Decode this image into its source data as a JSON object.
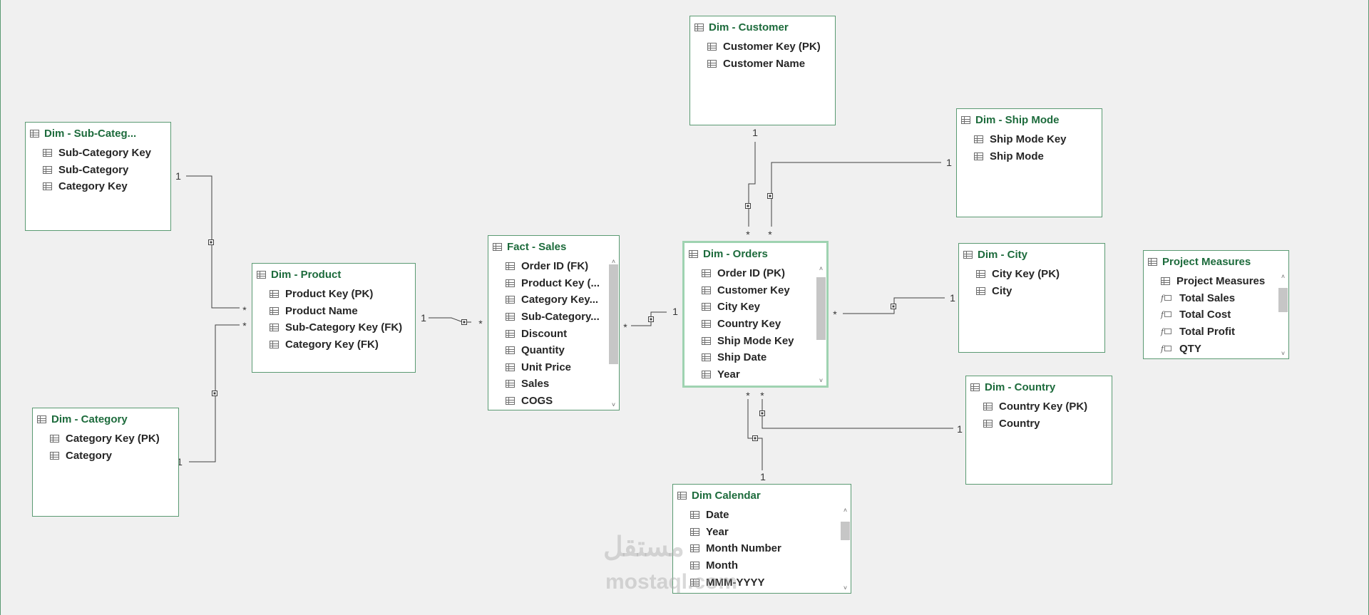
{
  "tables": [
    {
      "id": "dim-customer",
      "name": "Dim - Customer",
      "fields": [
        {
          "label": "Customer Key (PK)",
          "icon": "column-icon"
        },
        {
          "label": "Customer Name",
          "icon": "column-icon"
        }
      ]
    },
    {
      "id": "dim-ship-mode",
      "name": "Dim - Ship Mode",
      "fields": [
        {
          "label": "Ship Mode Key",
          "icon": "column-icon"
        },
        {
          "label": "Ship Mode",
          "icon": "column-icon"
        }
      ]
    },
    {
      "id": "dim-sub-category",
      "name": "Dim - Sub-Categ...",
      "fields": [
        {
          "label": "Sub-Category Key",
          "icon": "column-icon"
        },
        {
          "label": "Sub-Category",
          "icon": "column-icon"
        },
        {
          "label": "Category Key",
          "icon": "column-icon"
        }
      ]
    },
    {
      "id": "dim-product",
      "name": "Dim - Product",
      "fields": [
        {
          "label": "Product Key (PK)",
          "icon": "column-icon"
        },
        {
          "label": "Product Name",
          "icon": "column-icon"
        },
        {
          "label": "Sub-Category Key (FK)",
          "icon": "column-icon"
        },
        {
          "label": "Category Key (FK)",
          "icon": "column-icon"
        }
      ]
    },
    {
      "id": "fact-sales",
      "name": "Fact - Sales",
      "fields": [
        {
          "label": "Order ID (FK)",
          "icon": "column-icon"
        },
        {
          "label": "Product Key (...",
          "icon": "column-icon"
        },
        {
          "label": "Category Key...",
          "icon": "column-icon"
        },
        {
          "label": "Sub-Category...",
          "icon": "column-icon"
        },
        {
          "label": "Discount",
          "icon": "column-icon"
        },
        {
          "label": "Quantity",
          "icon": "column-icon"
        },
        {
          "label": "Unit Price",
          "icon": "column-icon"
        },
        {
          "label": "Sales",
          "icon": "column-icon"
        },
        {
          "label": "COGS",
          "icon": "column-icon"
        }
      ]
    },
    {
      "id": "dim-orders",
      "name": "Dim - Orders",
      "fields": [
        {
          "label": "Order ID (PK)",
          "icon": "column-icon"
        },
        {
          "label": "Customer Key",
          "icon": "column-icon"
        },
        {
          "label": "City Key",
          "icon": "column-icon"
        },
        {
          "label": "Country Key",
          "icon": "column-icon"
        },
        {
          "label": "Ship Mode Key",
          "icon": "column-icon"
        },
        {
          "label": "Ship Date",
          "icon": "column-icon"
        },
        {
          "label": "Year",
          "icon": "column-icon"
        }
      ]
    },
    {
      "id": "dim-city",
      "name": "Dim - City",
      "fields": [
        {
          "label": "City Key (PK)",
          "icon": "column-icon"
        },
        {
          "label": "City",
          "icon": "column-icon"
        }
      ]
    },
    {
      "id": "project-measures",
      "name": "Project Measures",
      "fields": [
        {
          "label": "Project Measures",
          "icon": "column-icon"
        },
        {
          "label": "Total Sales",
          "icon": "measure-icon"
        },
        {
          "label": "Total Cost",
          "icon": "measure-icon"
        },
        {
          "label": "Total Profit",
          "icon": "measure-icon"
        },
        {
          "label": "QTY",
          "icon": "measure-icon"
        }
      ]
    },
    {
      "id": "dim-category",
      "name": "Dim - Category",
      "fields": [
        {
          "label": "Category Key (PK)",
          "icon": "column-icon"
        },
        {
          "label": "Category",
          "icon": "column-icon"
        }
      ]
    },
    {
      "id": "dim-country",
      "name": "Dim - Country",
      "fields": [
        {
          "label": "Country Key (PK)",
          "icon": "column-icon"
        },
        {
          "label": "Country",
          "icon": "column-icon"
        }
      ]
    },
    {
      "id": "dim-calendar",
      "name": "Dim Calendar",
      "fields": [
        {
          "label": "Date",
          "icon": "column-icon"
        },
        {
          "label": "Year",
          "icon": "column-icon"
        },
        {
          "label": "Month Number",
          "icon": "column-icon"
        },
        {
          "label": "Month",
          "icon": "column-icon"
        },
        {
          "label": "MMM-YYYY",
          "icon": "column-icon"
        }
      ]
    }
  ],
  "relationships": [
    {
      "one": "dim-customer",
      "many": "dim-orders",
      "one_label": "1",
      "many_label": "*"
    },
    {
      "one": "dim-ship-mode",
      "many": "dim-orders",
      "one_label": "1",
      "many_label": "*"
    },
    {
      "one": "dim-sub-category",
      "many": "dim-product",
      "one_label": "1",
      "many_label": "*"
    },
    {
      "one": "dim-category",
      "many": "dim-product",
      "one_label": "1",
      "many_label": "*"
    },
    {
      "one": "dim-product",
      "many": "fact-sales",
      "one_label": "1",
      "many_label": "*"
    },
    {
      "one": "dim-orders",
      "many": "fact-sales",
      "one_label": "1",
      "many_label": "*"
    },
    {
      "one": "dim-city",
      "many": "dim-orders",
      "one_label": "1",
      "many_label": "*"
    },
    {
      "one": "dim-country",
      "many": "dim-orders",
      "one_label": "1",
      "many_label": "*"
    },
    {
      "one": "dim-calendar",
      "many": "dim-orders",
      "one_label": "1",
      "many_label": "*"
    }
  ],
  "selected_table": "dim-orders",
  "watermark": {
    "arabic": "مستقل",
    "latin": "mostaql.com"
  },
  "colors": {
    "table_title": "#1d6b3c",
    "table_border": "#5a9a72",
    "selected_border": "#9fd3b1",
    "canvas": "#f0f0f0",
    "connector": "#404040"
  }
}
